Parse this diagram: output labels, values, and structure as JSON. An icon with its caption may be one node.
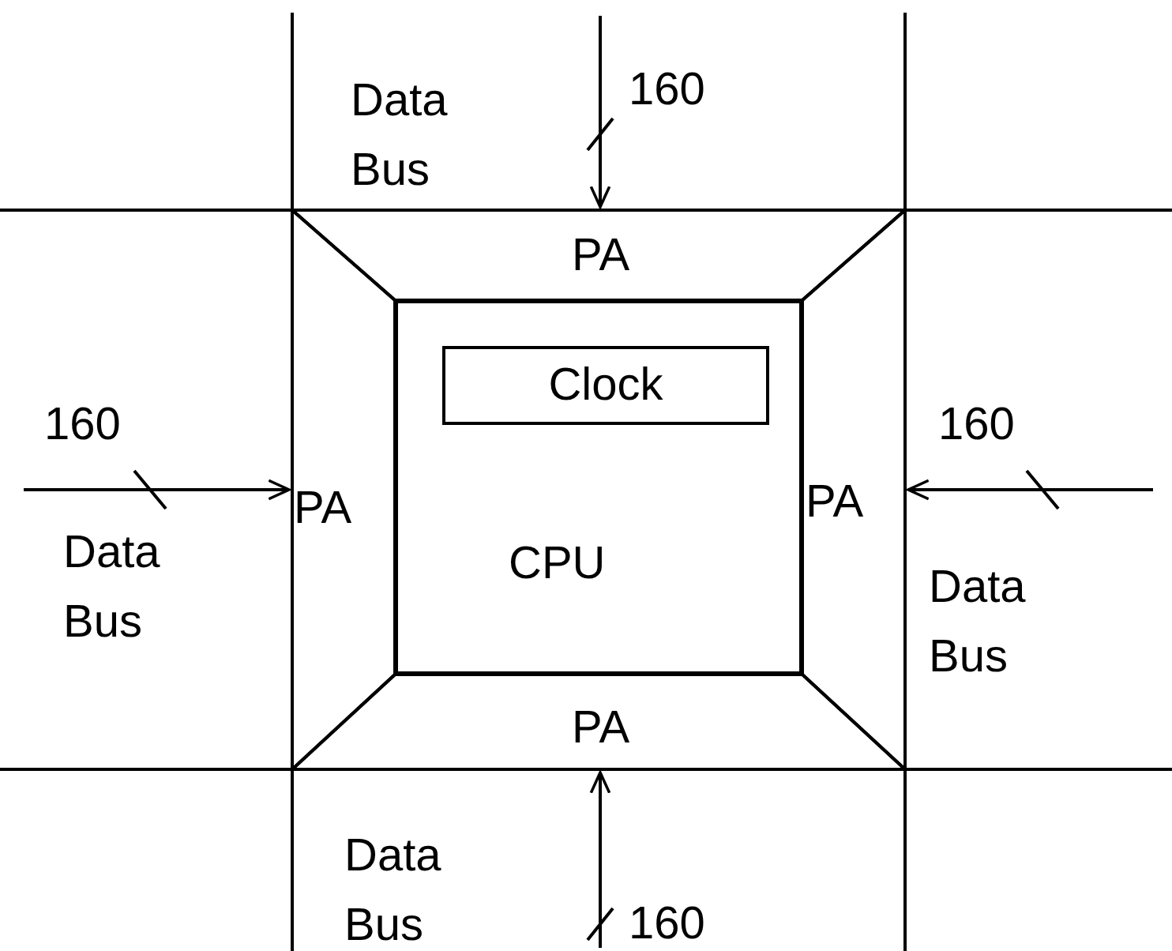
{
  "diagram": {
    "nodes": [
      {
        "text": [
          "PA"
        ]
      },
      {
        "text": [
          "PA"
        ]
      },
      {
        "text": [
          "CPU"
        ]
      },
      {
        "text": [
          "Clock"
        ],
        "in": 2
      },
      {
        "text": [
          "PA"
        ]
      },
      {
        "text": [
          "PA"
        ]
      }
    ],
    "edges": [
      {
        "from": null,
        "to": 0,
        "arrow": "to",
        "label": "160"
      },
      {
        "from": null,
        "to": 1,
        "arrow": "to",
        "label": "160"
      },
      {
        "from": null,
        "to": 4,
        "arrow": "to",
        "label": "160"
      },
      {
        "from": null,
        "to": 5,
        "arrow": "to",
        "label": "160"
      }
    ],
    "labels": [
      "Data Bus",
      "Data Bus",
      "Data Bus",
      "Data Bus"
    ]
  }
}
